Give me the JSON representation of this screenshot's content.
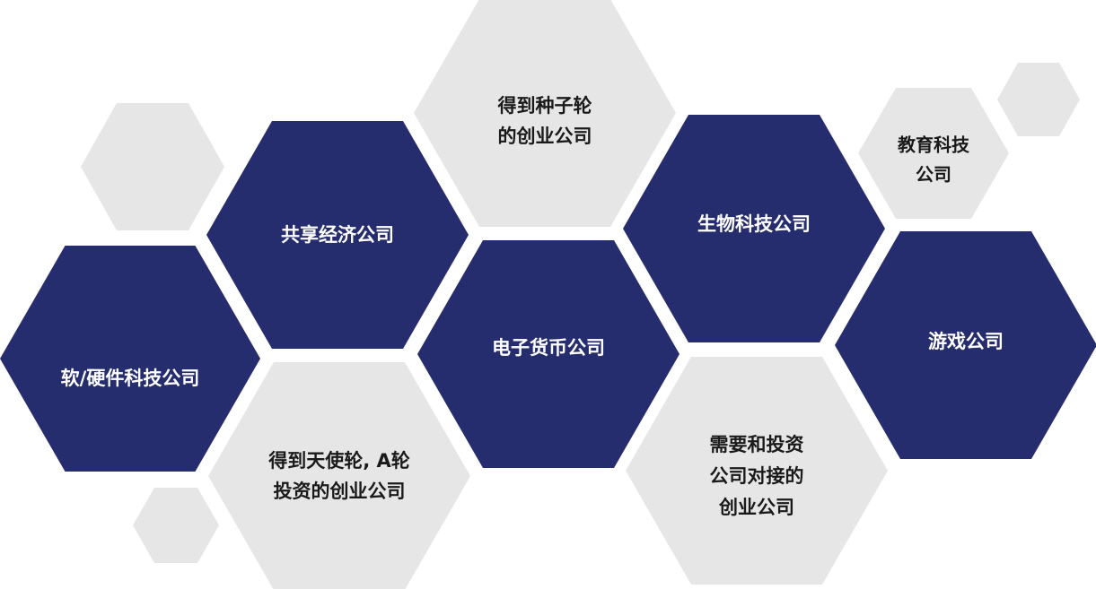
{
  "colors": {
    "navy": "#252D6F",
    "gray": "#E6E6E6",
    "navy_text": "#FFFFFF",
    "gray_text": "#1A1A1A",
    "background": "#FFFFFF"
  },
  "hexagons": [
    {
      "id": "decor-left-top",
      "style": "gray",
      "lines": []
    },
    {
      "id": "decor-left-bottom",
      "style": "gray",
      "lines": []
    },
    {
      "id": "decor-right-top",
      "style": "gray",
      "lines": []
    },
    {
      "id": "software-hardware",
      "style": "navy",
      "lines": [
        "软/硬件科技公司"
      ]
    },
    {
      "id": "sharing-economy",
      "style": "navy",
      "lines": [
        "共享经济公司"
      ]
    },
    {
      "id": "angel-a-round",
      "style": "gray",
      "lines": [
        "得到天使轮, A轮",
        "投资的创业公司"
      ]
    },
    {
      "id": "seed-round",
      "style": "gray",
      "lines": [
        "得到种子轮",
        "的创业公司"
      ]
    },
    {
      "id": "crypto",
      "style": "navy",
      "lines": [
        "电子货币公司"
      ]
    },
    {
      "id": "biotech",
      "style": "navy",
      "lines": [
        "生物科技公司"
      ]
    },
    {
      "id": "need-investment",
      "style": "gray",
      "lines": [
        "需要和投资",
        "公司对接的",
        "创业公司"
      ]
    },
    {
      "id": "edtech",
      "style": "gray",
      "lines": [
        "教育科技",
        "公司"
      ]
    },
    {
      "id": "gaming",
      "style": "navy",
      "lines": [
        "游戏公司"
      ]
    }
  ]
}
